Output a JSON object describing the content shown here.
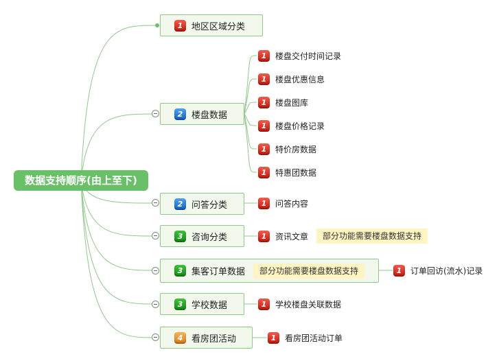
{
  "root": {
    "label": "数据支持顺序(由上至下)"
  },
  "colors": {
    "line": "#8fc98a",
    "root_bg": "#6abf69",
    "topic_bg": "#f2f8ec",
    "note_bg": "#fff5c2"
  },
  "topics": [
    {
      "label": "地区区域分类",
      "priority": "1",
      "children": []
    },
    {
      "label": "楼盘数据",
      "priority": "2",
      "children": [
        {
          "label": "楼盘交付时间记录",
          "priority": "1"
        },
        {
          "label": "楼盘优惠信息",
          "priority": "1"
        },
        {
          "label": "楼盘图库",
          "priority": "1"
        },
        {
          "label": "楼盘价格记录",
          "priority": "1"
        },
        {
          "label": "特价房数据",
          "priority": "1"
        },
        {
          "label": "特惠团数据",
          "priority": "1"
        }
      ]
    },
    {
      "label": "问答分类",
      "priority": "2",
      "children": [
        {
          "label": "问答内容",
          "priority": "1"
        }
      ]
    },
    {
      "label": "咨询分类",
      "priority": "3",
      "children": [
        {
          "label": "资讯文章",
          "priority": "1",
          "note": "部分功能需要楼盘数据支持"
        }
      ]
    },
    {
      "label": "集客订单数据",
      "priority": "3",
      "note": "部分功能需要楼盘数据支持",
      "children": [
        {
          "label": "订单回访(流水)记录",
          "priority": "1"
        }
      ]
    },
    {
      "label": "学校数据",
      "priority": "3",
      "children": [
        {
          "label": "学校楼盘关联数据",
          "priority": "1"
        }
      ]
    },
    {
      "label": "看房团活动",
      "priority": "4",
      "children": [
        {
          "label": "看房团活动订单",
          "priority": "1"
        }
      ]
    }
  ]
}
